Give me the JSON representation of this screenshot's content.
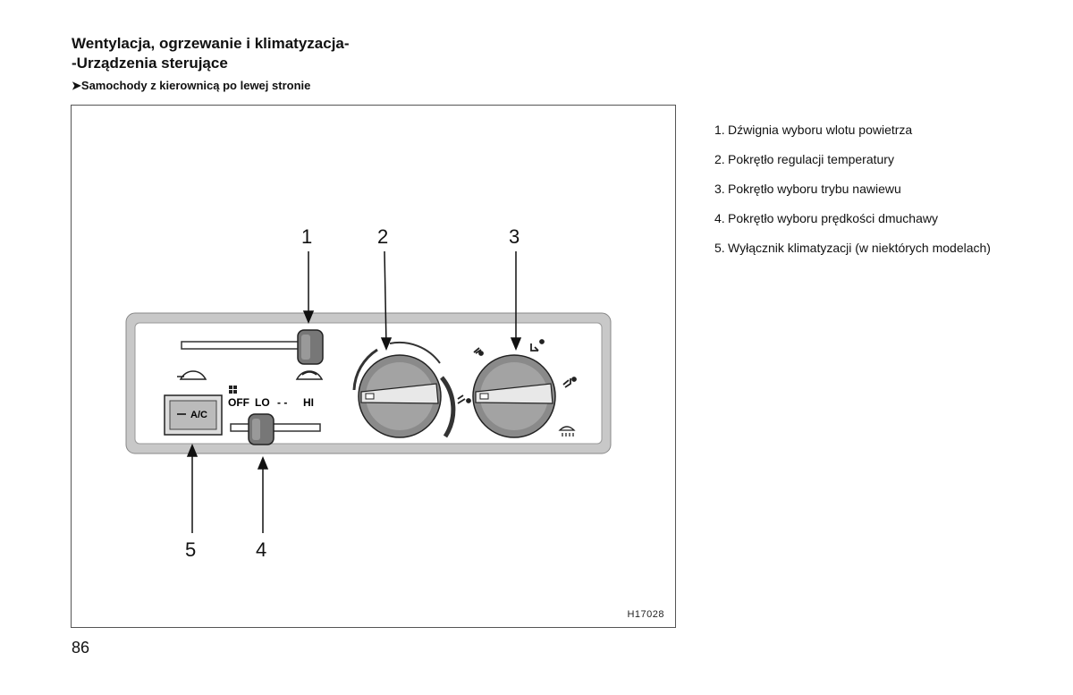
{
  "header": {
    "title_line1": "Wentylacja, ogrzewanie i klimatyzacja-",
    "title_line2": "-Urządzenia sterujące",
    "subtitle": "➤Samochody z kierownicą po lewej stronie"
  },
  "figure": {
    "callouts": [
      "1",
      "2",
      "3",
      "4",
      "5"
    ],
    "panel": {
      "ac_label": "A/C",
      "fan_labels": [
        "OFF",
        "LO",
        "- -",
        "HI"
      ]
    },
    "code": "H17028"
  },
  "legend": [
    {
      "num": "1.",
      "text": "Dźwignia wyboru wlotu powietrza"
    },
    {
      "num": "2.",
      "text": "Pokrętło regulacji temperatury"
    },
    {
      "num": "3.",
      "text": "Pokrętło wyboru trybu nawiewu"
    },
    {
      "num": "4.",
      "text": "Pokrętło wyboru prędkości dmuchawy"
    },
    {
      "num": "5.",
      "text": "Wyłącznik klimatyzacji (w niektórych modelach)"
    }
  ],
  "page_number": "86"
}
